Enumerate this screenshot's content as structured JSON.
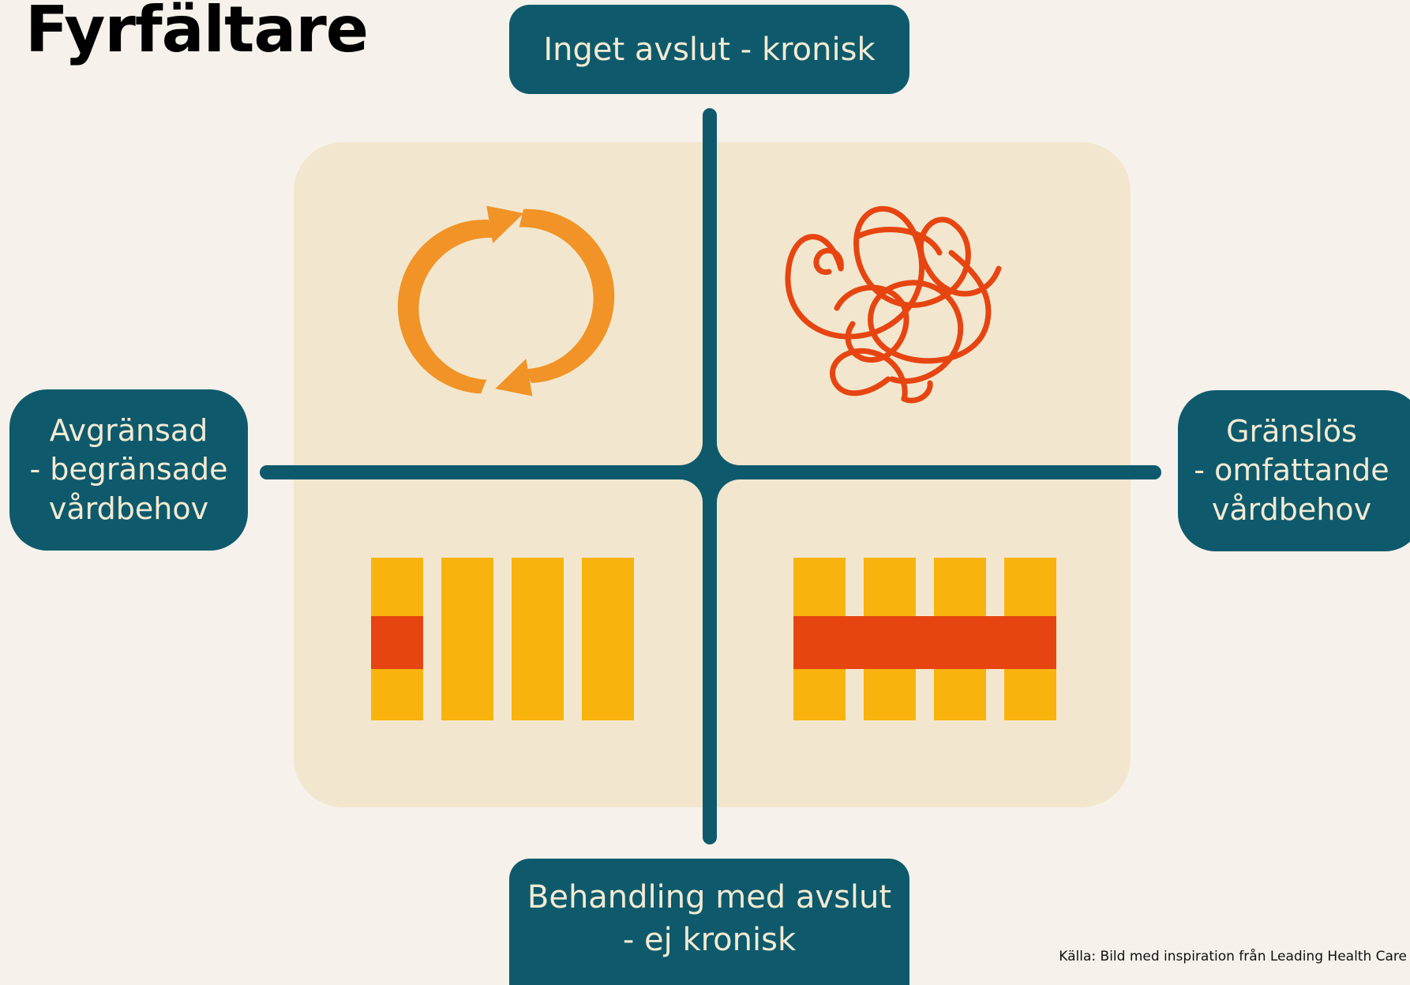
{
  "title": "Fyrfältare",
  "axes": {
    "top": "Inget avslut - kronisk",
    "bottom": "Behandling med avslut\n-  ej kronisk",
    "left": "Avgränsad\n- begränsade\nvårdbehov",
    "right": "Gränslös\n- omfattande\nvårdbehov"
  },
  "quadrants": {
    "top_left": "cycle-arrows-icon",
    "top_right": "tangled-line-icon",
    "bottom_left": "four-bars-single-red-segment-icon",
    "bottom_right": "four-bars-red-band-across-icon"
  },
  "source": "Källa: Bild med inspiration från Leading Health Care",
  "colors": {
    "background": "#f6f1ea",
    "panel": "#f2e7ce",
    "teal": "#0e5a6c",
    "label_text": "#f3ead2",
    "orange": "#f19326",
    "red_orange": "#e64511",
    "yellow": "#f9b30d"
  }
}
